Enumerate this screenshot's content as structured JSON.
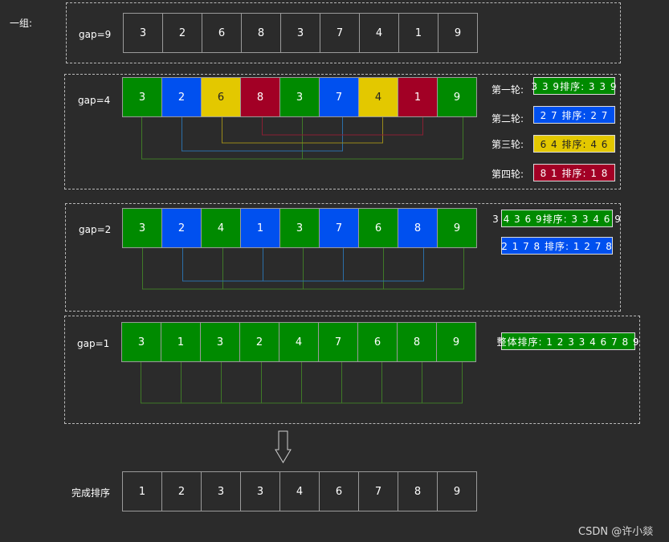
{
  "group_label": "一组:",
  "colors": {
    "green": "#008a00",
    "blue": "#0050ef",
    "yellow": "#e3c800",
    "red": "#a20025"
  },
  "rows": [
    {
      "gap_label": "gap=9",
      "values": [
        "3",
        "2",
        "6",
        "8",
        "3",
        "7",
        "4",
        "1",
        "9"
      ],
      "colors": [
        "n",
        "n",
        "n",
        "n",
        "n",
        "n",
        "n",
        "n",
        "n"
      ]
    },
    {
      "gap_label": "gap=4",
      "values": [
        "3",
        "2",
        "6",
        "8",
        "3",
        "7",
        "4",
        "1",
        "9"
      ],
      "colors": [
        "g",
        "b",
        "y",
        "r",
        "g",
        "b",
        "y",
        "r",
        "g"
      ]
    },
    {
      "gap_label": "gap=2",
      "values": [
        "3",
        "2",
        "4",
        "1",
        "3",
        "7",
        "6",
        "8",
        "9"
      ],
      "colors": [
        "g",
        "b",
        "g",
        "b",
        "g",
        "b",
        "g",
        "b",
        "g"
      ]
    },
    {
      "gap_label": "gap=1",
      "values": [
        "3",
        "1",
        "3",
        "2",
        "4",
        "7",
        "6",
        "8",
        "9"
      ],
      "colors": [
        "g",
        "g",
        "g",
        "g",
        "g",
        "g",
        "g",
        "g",
        "g"
      ]
    }
  ],
  "gap4_rounds": [
    {
      "label": "第一轮:",
      "text": "3 3 9排序: 3 3 9",
      "color": "g"
    },
    {
      "label": "第二轮:",
      "text": "2 7 排序: 2 7",
      "color": "b"
    },
    {
      "label": "第三轮:",
      "text": "6 4 排序: 4 6",
      "color": "y"
    },
    {
      "label": "第四轮:",
      "text": "8 1 排序: 1 8",
      "color": "r"
    }
  ],
  "gap2_tags": [
    {
      "text": "3 4 3 6 9排序: 3 3 4 6 9",
      "color": "g"
    },
    {
      "text": "2 1 7 8 排序: 1 2 7 8",
      "color": "b"
    }
  ],
  "gap1_tag": {
    "text": "整体排序: 1 2 3 3 4 6 7 8 9",
    "color": "g"
  },
  "final": {
    "label": "完成排序",
    "values": [
      "1",
      "2",
      "3",
      "3",
      "4",
      "6",
      "7",
      "8",
      "9"
    ]
  },
  "watermark": "CSDN @许小燚"
}
